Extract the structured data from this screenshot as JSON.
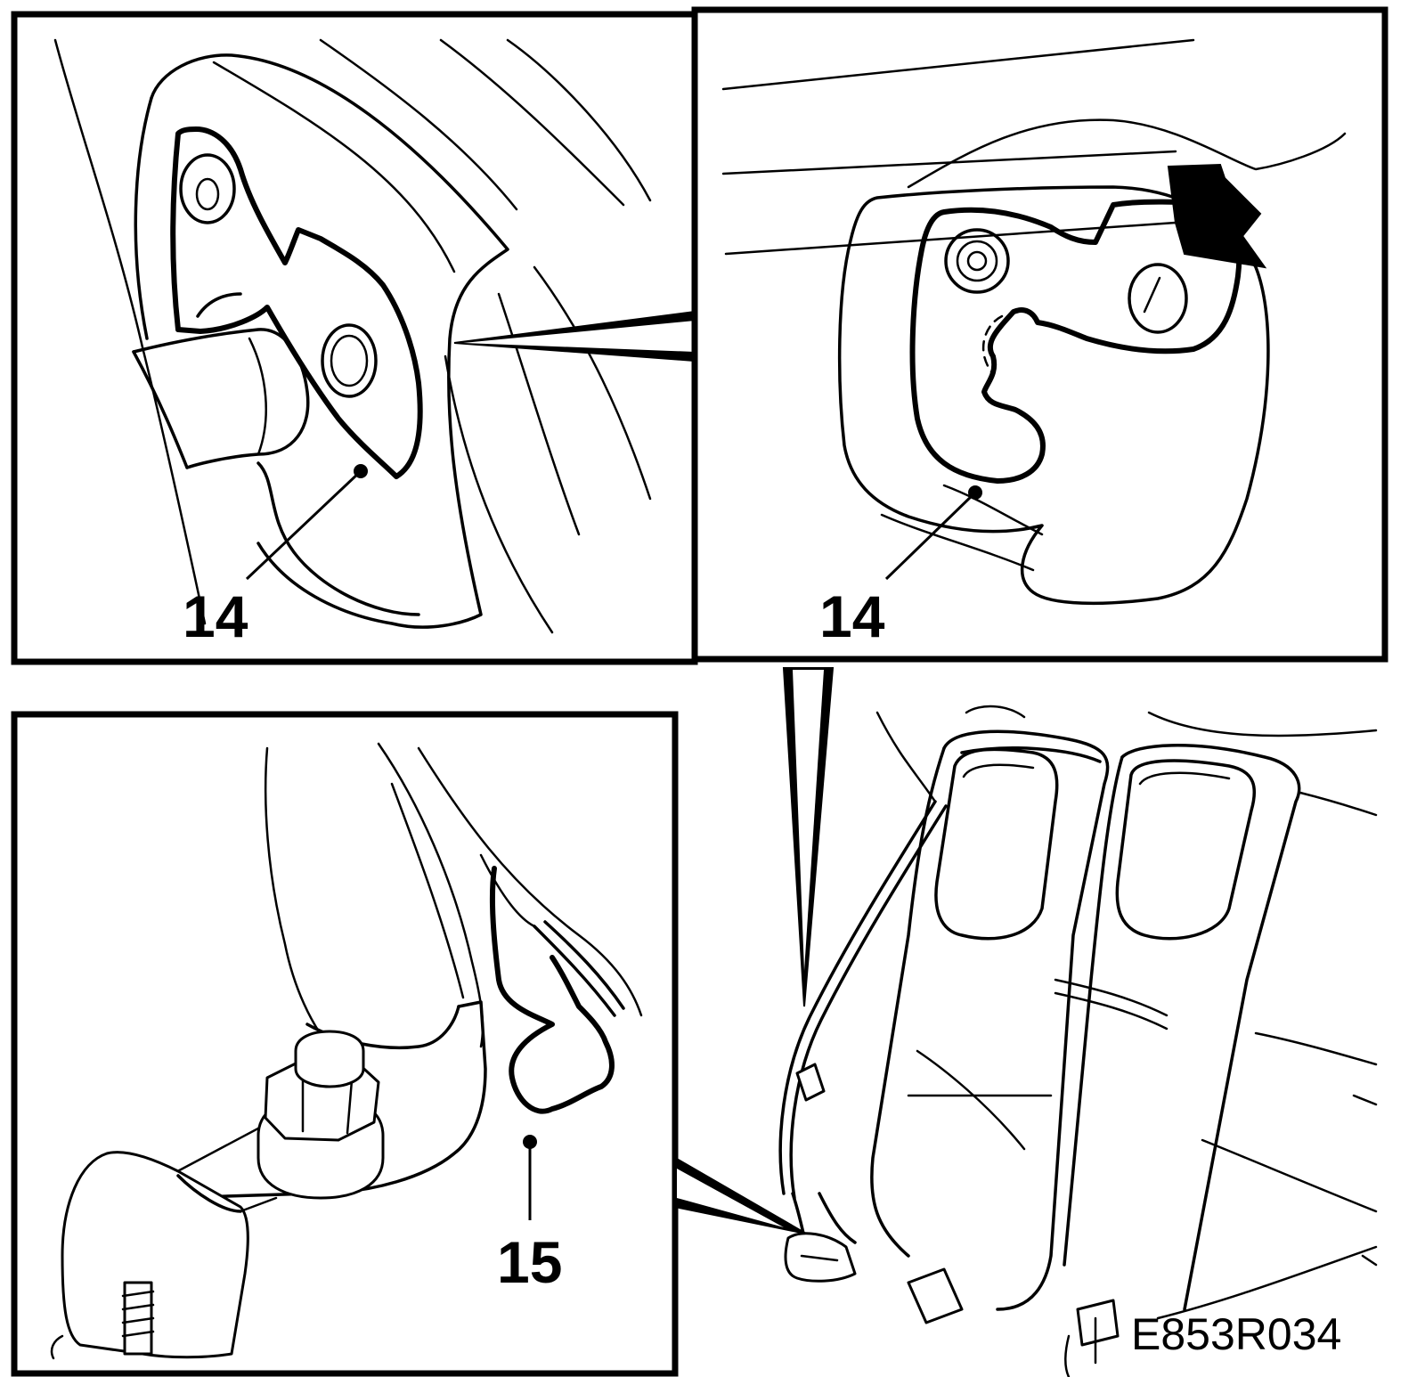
{
  "callouts": {
    "top_left": "14",
    "top_right": "14",
    "bottom_left": "15"
  },
  "figure_code": "E853R034",
  "colors": {
    "line": "#000000",
    "background": "#ffffff"
  },
  "icons": {
    "direction_arrow": "arrow-pointing-down-left-icon"
  }
}
